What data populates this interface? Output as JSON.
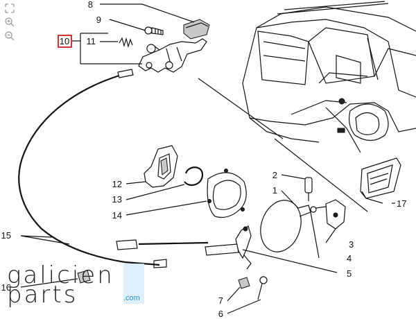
{
  "controls": {
    "fit_icon": "fit-screen-icon",
    "zoom_in_icon": "zoom-in-icon",
    "zoom_out_icon": "zoom-out-icon"
  },
  "labels": [
    "1",
    "2",
    "3",
    "4",
    "5",
    "6",
    "7",
    "8",
    "9",
    "10",
    "11",
    "12",
    "13",
    "14",
    "15",
    "16",
    "17"
  ],
  "selected_label": "10",
  "highlight_color": "#cc0000",
  "watermark": {
    "line1": "galicien",
    "line2": "parts",
    "suffix": ".com",
    "accent": "#2a8fd6"
  }
}
